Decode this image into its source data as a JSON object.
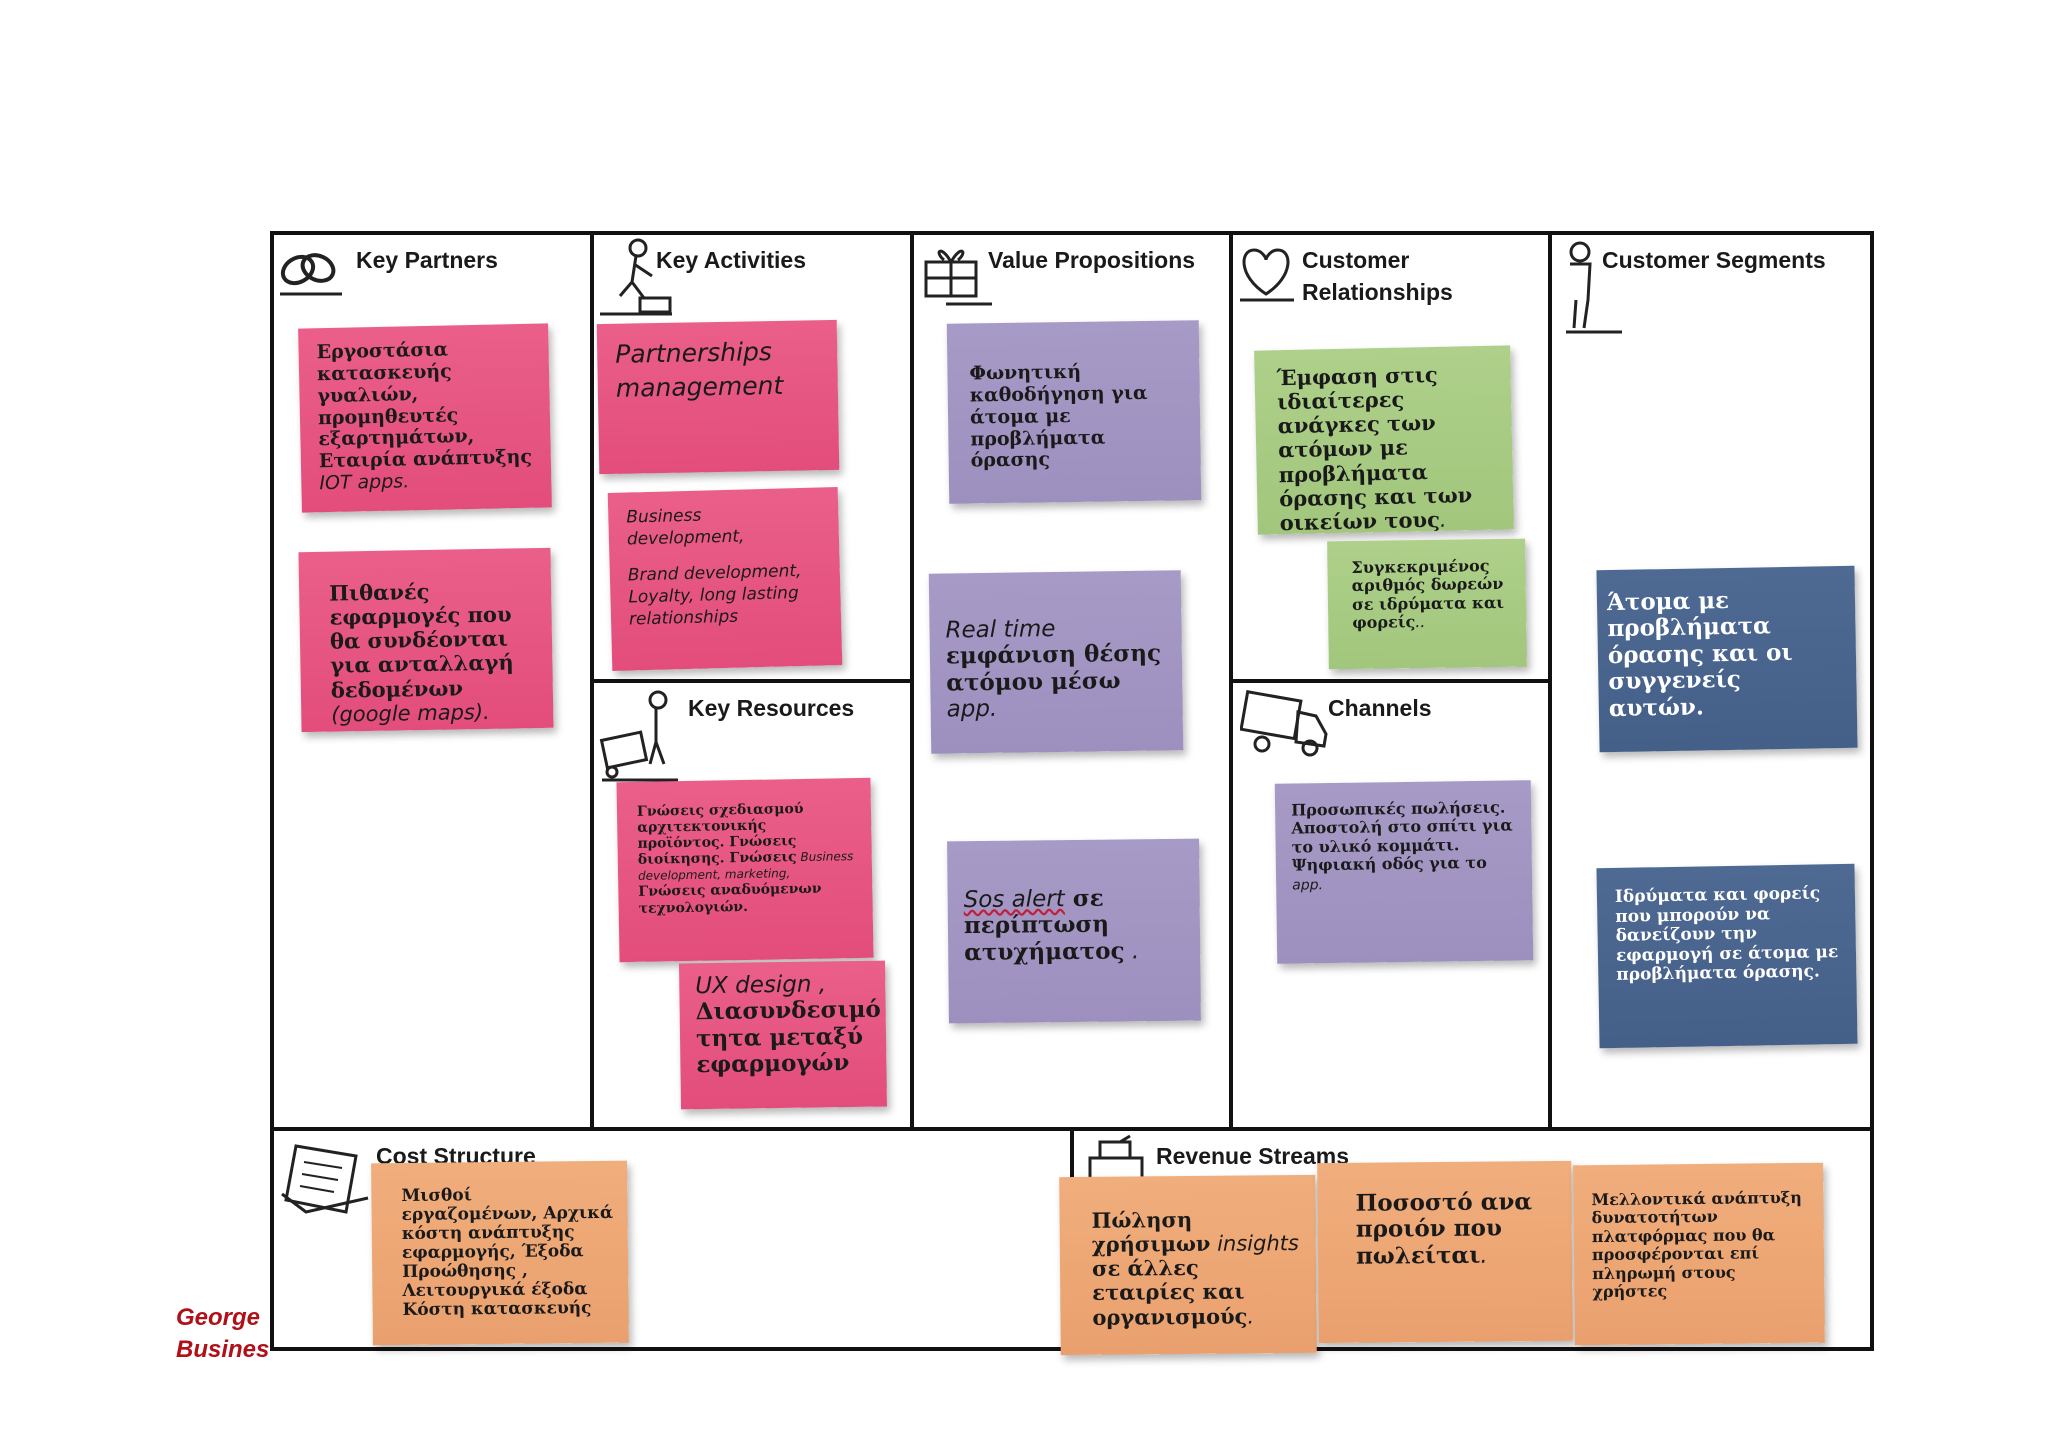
{
  "sections": {
    "key_partners": "Key Partners",
    "key_activities": "Key Activities",
    "value_propositions": "Value Propositions",
    "customer_relationships_line1": "Customer",
    "customer_relationships_line2": "Relationships",
    "customer_segments": "Customer Segments",
    "key_resources": "Key Resources",
    "channels": "Channels",
    "cost_structure": "Cost Structure",
    "revenue_streams": "Revenue Streams"
  },
  "notes": {
    "kp1_main": "Εργοστάσια κατασκευής γυαλιών, προμηθευτές εξαρτημάτων, Εταιρία ανάπτυξης",
    "kp1_hand": " IOT apps.",
    "kp2_main": "Πιθανές εφαρμογές που θα συνδέονται για ανταλλαγή δεδομένων",
    "kp2_hand": " (google maps).",
    "ka1": "Partnerships management",
    "ka2_line1": "Business development,",
    "ka2_line2": "Brand development, Loyalty, long lasting relationships",
    "vp1": "Φωνητική καθοδήγηση για άτομα με προβλήματα όρασης",
    "vp2_hand": "Real time",
    "vp2_main": "εμφάνιση θέσης ατόμου μέσω",
    "vp2_tail": " app.",
    "vp3_hand": "Sos alert",
    "vp3_main": " σε περίπτωση ατυχήματος",
    "vp3_tail": " .",
    "cr1": "Έμφαση στις ιδιαίτερες ανάγκες των ατόμων με προβλήματα όρασης και των οικείων τους",
    "cr1_tail": ".",
    "cr2": "Συγκεκριμένος αριθμός δωρεών σε ιδρύματα και φορείς",
    "cr2_tail": "..",
    "kr1_a": "Γνώσεις σχεδιασμού αρχιτεκτονικής προϊόντος. Γνώσεις διοίκησης. Γνώσεις",
    "kr1_hand": " Business development, marketing,",
    "kr1_b": " Γνώσεις αναδυόμενων τεχνολογιών.",
    "kr2_hand": "UX design ,",
    "kr2_main": "Διασυνδεσιμό τητα μεταξύ εφαρμογών",
    "ch1_main": "Προσωπικές πωλήσεις. Αποστολή στο σπίτι για το υλικό κομμάτι. Ψηφιακή οδός για το",
    "ch1_hand": " app.",
    "cs1": "Άτομα με προβλήματα όρασης και οι συγγενείς αυτών.",
    "cs2": "Ιδρύματα και φορείς που μπορούν να δανείζουν την εφαρμογή σε άτομα με προβλήματα όρασης.",
    "cost1": "Μισθοί εργαζομένων, Αρχικά κόστη ανάπτυξης εφαρμογής, Έξοδα Προώθησης , Λειτουργικά έξοδα Κόστη κατασκευής",
    "rev1_a": "Πώληση χρήσιμων",
    "rev1_hand": " insights",
    "rev1_b": " σε άλλες εταιρίες και οργανισμούς",
    "rev1_tail": ".",
    "rev2": "Ποσοστό ανα προιόν που πωλείται",
    "rev2_tail": ".",
    "rev3": "Μελλοντικά ανάπτυξη δυνατοτήτων πλατφόρμας που θα προσφέρονται επί πληρωμή στους χρήστες"
  },
  "footer": {
    "line1": "George",
    "line2": "Busines"
  },
  "icons": [
    "chain-icon",
    "worker-icon",
    "gift-icon",
    "heart-icon",
    "person-icon",
    "cart-worker-icon",
    "truck-icon",
    "receipt-icon",
    "cash-register-icon"
  ],
  "colors": {
    "pink": "#e34d7c",
    "purple": "#9d90bf",
    "green": "#a2c67c",
    "blue": "#445f88",
    "orange": "#e9a06e",
    "footer_red": "#b01018"
  }
}
